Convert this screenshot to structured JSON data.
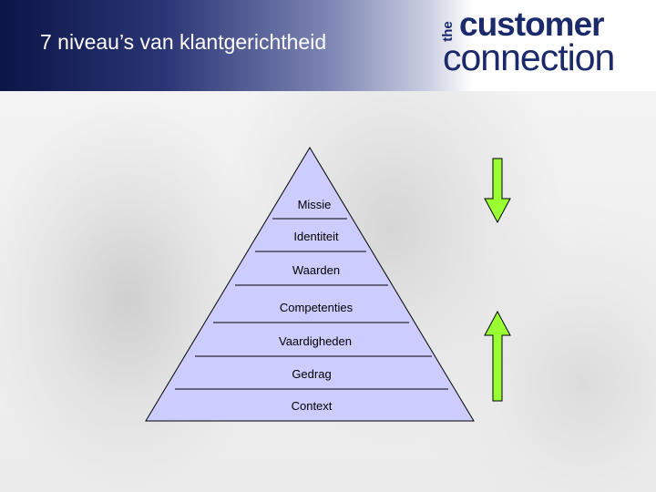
{
  "slide": {
    "title": "7 niveau’s van klantgerichtheid"
  },
  "logo": {
    "the": "the",
    "customer": "customer",
    "connection": "connection"
  },
  "pyramid": {
    "levels": [
      "Missie",
      "Identiteit",
      "Waarden",
      "Competenties",
      "Vaardigheden",
      "Gedrag",
      "Context"
    ]
  },
  "colors": {
    "pyramid_fill": "#ccccff",
    "arrow_fill": "#99ff33",
    "brand": "#1b2a6b"
  }
}
